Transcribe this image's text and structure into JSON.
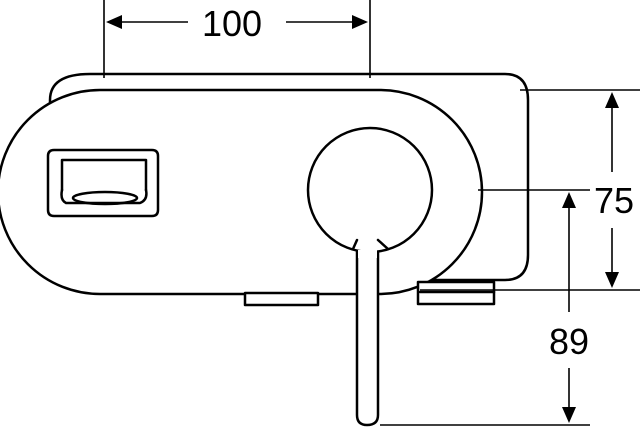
{
  "dimensions": {
    "width_label": "100",
    "height_label": "75",
    "lever_label": "89"
  }
}
